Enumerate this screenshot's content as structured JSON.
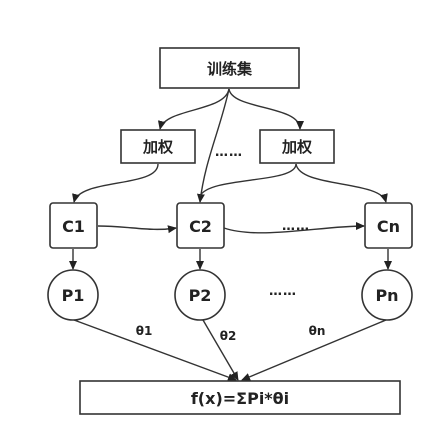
{
  "diagram": {
    "training_set": "训练集",
    "weighting_left": "加权",
    "weighting_right": "加权",
    "weighting_ellipsis": "……",
    "classifiers": [
      "C1",
      "C2",
      "Cn"
    ],
    "classifier_ellipsis": "……",
    "predictions": [
      "P1",
      "P2",
      "Pn"
    ],
    "prediction_ellipsis": "……",
    "weights": [
      "θ1",
      "θ2",
      "θn"
    ],
    "formula": "f(x)=ΣPi*θi"
  }
}
